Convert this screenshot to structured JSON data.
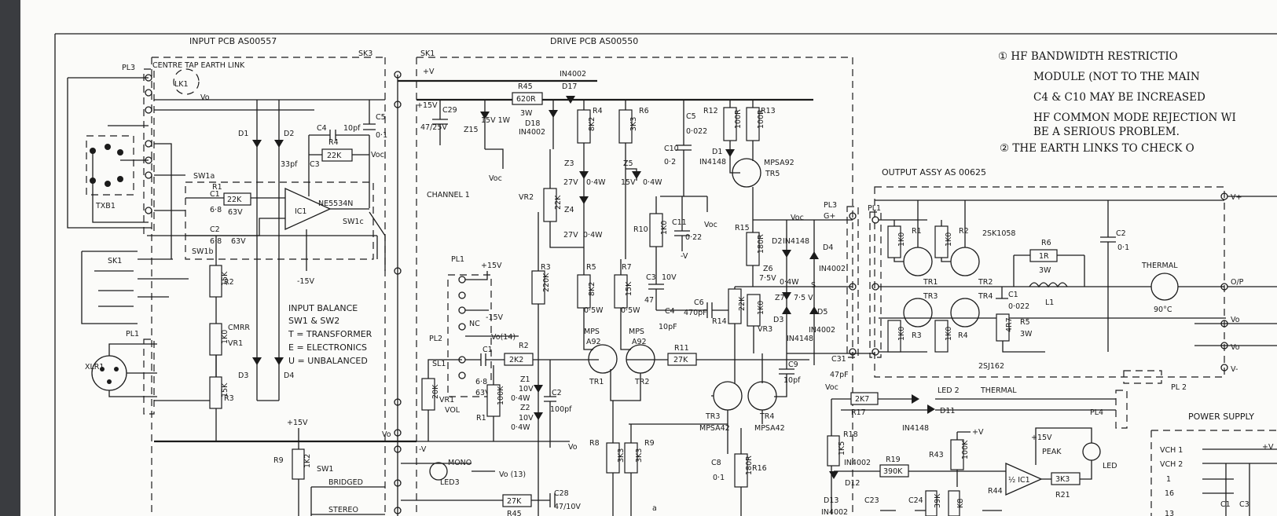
{
  "sheet": {
    "headers": {
      "input_pcb": "INPUT  PCB  AS00557",
      "drive_pcb": "DRIVE  PCB  AS00550",
      "output_assy": "OUTPUT  ASSY  AS 00625",
      "power_supply": "POWER  SUPPLY"
    },
    "notes": [
      "① HF BANDWIDTH RESTRICTIO",
      "MODULE (NOT TO THE MAIN",
      "C4 & C10 MAY BE INCREASED",
      "HF COMMON MODE REJECTION WI",
      "BE A SERIOUS PROBLEM.",
      "② THE EARTH LINKS TO CHECK O"
    ],
    "input_section": {
      "sk3": "SK3",
      "sk1_top": "SK1",
      "pl3": "PL3",
      "centre_tap": "CENTRE  TAP  EARTH  LINK",
      "lk1": "LK1",
      "vo": "Vo",
      "txb1": "TXB1",
      "sk1": "SK1",
      "xlr1": "XLR1",
      "pl1": "PL1",
      "d1": "D1",
      "d2": "D2",
      "d3": "D3",
      "d4": "D4",
      "c4": "C4",
      "c4v": "10pf",
      "r4": "R4",
      "r4v": "22K",
      "c3": "33pf",
      "c3n": "C3",
      "c5": "C5",
      "c5v": "0·1",
      "voc": "Voc",
      "sw1a": "SW1a",
      "r1": "R1",
      "r1v": "22K",
      "c1": "C1",
      "c1v": "6·8",
      "c1v2": "63V",
      "c2": "C2",
      "c2v": "6·8",
      "c2v2": "63V",
      "sw1b": "SW1b",
      "ic1": "IC1",
      "ne5534": "NE5534N",
      "sw1c": "SW1c",
      "minus15": "-15V",
      "r2": "R2",
      "r2v": "15K",
      "vr1": "VR1",
      "vr1v": "1K0",
      "cmrr": "CMRR",
      "r3": "R3",
      "r3v": "15K",
      "balance": [
        "INPUT  BALANCE",
        "SW1  &  SW2",
        "T = TRANSFORMER",
        "E = ELECTRONICS",
        "U = UNBALANCED"
      ],
      "r9": "R9",
      "r9v": "1K2",
      "plus15": "+15V",
      "sw1": "SW1",
      "bridged": "BRIDGED",
      "stereo": "STEREO"
    },
    "drive_section": {
      "plus_v": "+V",
      "p15": "+15V",
      "channel": "CHANNEL  1",
      "c29": "C29",
      "c29v": "47/25V",
      "z15": "Z15",
      "z15v": "15V 1W",
      "r45": "R45",
      "r45v": "620R",
      "r45w": "3W",
      "d17": "D17",
      "in4002": "IN4002",
      "d18": "D18",
      "d18v": "IN4002",
      "r4": "R4",
      "r4v": "8K2",
      "r6": "R6",
      "r6v": "3K3",
      "z3": "Z3",
      "z3v": "27V",
      "z3w": "0·4W",
      "z5": "Z5",
      "z5v": "15V",
      "z5w": "0·4W",
      "z4": "Z4",
      "z4v": "27V",
      "z4w": "0·4W",
      "vr2": "VR2",
      "vr2v": "22K",
      "r3": "R3",
      "r3v": "220K",
      "r5": "R5",
      "r5v": "8K2",
      "r5w": "0·5W",
      "r7": "R7",
      "r7v": "15K",
      "r7w": "0·5W",
      "r10": "R10",
      "r10v": "1K0",
      "c11": "C11",
      "c11v": "0·22",
      "minusv": "-V",
      "c3": "C3",
      "c3v": "10V",
      "c3v2": "47",
      "c5": "C5",
      "c5v": "0·022",
      "c10": "C10",
      "c10v": "0·2",
      "r12": "R12",
      "r12v": "100R",
      "r13": "R13",
      "r13v": "100R",
      "d1": "D1",
      "d1v": "IN4148",
      "mpsa92": "MPSA92",
      "tr5": "TR5",
      "r15": "R15",
      "r15v": "180R",
      "voc": "Voc",
      "pl1": "PL1",
      "pl1_15": "+15V",
      "pl1_m15": "-15V",
      "nc": "NC",
      "pl2": "PL2",
      "vo14": "Vo(14)",
      "sl1": "SL1",
      "r2": "R2",
      "r2v": "2K2",
      "c1": "C1",
      "c1v": "6·8",
      "c1v2": "63V",
      "z1": "Z1",
      "z1v": "10V",
      "z1w": "0·4W",
      "z2": "Z2",
      "z2v": "10V",
      "z2w": "0·4W",
      "c2": "C2",
      "c2v": "100pf",
      "r1": "R1",
      "r1v": "100K",
      "vr1": "VR1",
      "vr1v": "20K",
      "vol": "VOL",
      "tr1": "TR1",
      "tr1v": "MPS A92",
      "tr2": "TR2",
      "tr2v": "MPS A92",
      "r11": "R11",
      "r11v": "27K",
      "c4": "C4",
      "c4v": "10pF",
      "c6": "C6",
      "c6v": "470pF",
      "r14": "R14",
      "r14v": "22K",
      "vr3": "VR3",
      "vr3v": "1K0",
      "tr3": "TR3",
      "tr4": "TR4",
      "mpsa42": "MPSA42",
      "mpsa42b": "MPSA42",
      "r8": "R8",
      "r8v": "3K3",
      "r9": "R9",
      "r9v": "3K3",
      "c8": "C8",
      "c8v": "0·1",
      "r16": "R16",
      "r16v": "180R",
      "vo": "Vo",
      "minv": "-V",
      "mono": "MONO",
      "led3": "LED3",
      "vo13": "Vo (13)",
      "r45b": "R45",
      "c28": "C28",
      "c28v": "47/10V",
      "r27": "27K",
      "a": "a"
    },
    "middle_section": {
      "d2": "D2",
      "d2v": "IN4148",
      "d4": "D4",
      "d4v": "IN4002",
      "z6": "Z6",
      "z6v": "7·5V",
      "z6w": "0·4W",
      "z7": "Z7",
      "z7v": "7·5 V",
      "s": "S",
      "d3": "D3",
      "d3v": "IN4148",
      "d5": "D5",
      "d5v": "IN4002",
      "c9": "C9",
      "c9v": "10pf",
      "c31": "C31",
      "c31v": "47pF",
      "voc": "Voc",
      "r17": "R17",
      "r17v": "2K7",
      "led2": "LED 2",
      "thermal": "THERMAL",
      "d11": "D11",
      "d11v": "IN4148",
      "r18": "R18",
      "r18v": "1K5",
      "d12": "D12",
      "d12v": "IN4002",
      "r19": "R19",
      "r19v": "390K",
      "r43": "R43",
      "r43v": "100K",
      "plusv": "+V",
      "ic1": "½ IC1",
      "p15": "+15V",
      "peak": "PEAK",
      "led": "LED",
      "r21": "R21",
      "r21v": "3K3",
      "r44": "R44",
      "d13": "D13",
      "d13v": "IN4002",
      "c23": "C23",
      "c24": "C24",
      "k39": "39K",
      "k8": "K8"
    },
    "output_section": {
      "pl3": "PL3",
      "g": "G+",
      "pl1": "PL1",
      "r1": "R1",
      "r1v": "1K0",
      "r2": "R2",
      "r2v": "1K0",
      "sk": "2SK1058",
      "r6": "R6",
      "r6v": "1R",
      "r6w": "3W",
      "c2": "C2",
      "c2v": "0·1",
      "tr1": "TR1",
      "tr2": "TR2",
      "tr3": "TR3",
      "tr4": "TR4",
      "l1": "L1",
      "c1": "C1",
      "c1v": "0·022",
      "thermal": "THERMAL",
      "deg": "90°C",
      "r3": "R3",
      "r3v": "1K0",
      "r4": "R4",
      "r4v": "1K0",
      "r5": "R5",
      "r5v": "4R7",
      "r5w": "3W",
      "sj": "2SJ162",
      "vplus": "V+",
      "op": "O/P",
      "vo1": "Vo",
      "vo2": "Vo",
      "vminus": "V-",
      "pl2": "PL 2",
      "pl4": "PL4",
      "voc": "Voc"
    },
    "psu": {
      "vch1": "VCH 1",
      "vch2": "VCH 2",
      "n1": "1",
      "n16": "16",
      "n13": "13",
      "c1": "C1",
      "c3": "C3",
      "v": "+V"
    }
  }
}
